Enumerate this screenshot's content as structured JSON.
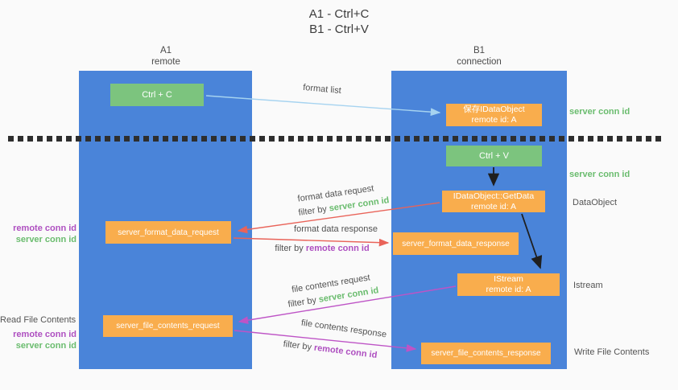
{
  "title": {
    "line1": "A1 - Ctrl+C",
    "line2": "B1 - Ctrl+V"
  },
  "columns": {
    "left": {
      "header_line1": "A1",
      "header_line2": "remote"
    },
    "right": {
      "header_line1": "B1",
      "header_line2": "connection"
    }
  },
  "nodes": {
    "ctrl_c": {
      "label": "Ctrl + C"
    },
    "save_obj": {
      "line1": "保存IDataObject",
      "line2": "remote id: A"
    },
    "ctrl_v": {
      "label": "Ctrl + V"
    },
    "getdata": {
      "line1": "IDataObject::GetData",
      "line2": "remote id: A"
    },
    "format_request": {
      "label": "server_format_data_request"
    },
    "format_response": {
      "label": "server_format_data_response"
    },
    "istream": {
      "line1": "IStream",
      "line2": "remote id: A"
    },
    "file_request": {
      "label": "server_file_contents_request"
    },
    "file_response": {
      "label": "server_file_contents_response"
    }
  },
  "side_labels": {
    "right_server_conn_top": "server conn id",
    "right_server_conn_mid": "server conn id",
    "right_dataobject": "DataObject",
    "right_istream": "Istream",
    "right_write_file": "Write File Contents",
    "left_remote_conn_top": "remote conn id",
    "left_server_conn_top": "server conn id",
    "left_read_file": "Read File Contents",
    "left_remote_conn_bottom": "remote conn id",
    "left_server_conn_bottom": "server conn id"
  },
  "arrow_labels": {
    "format_list": "format list",
    "format_data_request": "format data request",
    "filter_by_1": "filter by ",
    "filter_server_1": "server conn id",
    "format_data_response": "format data response",
    "filter_by_2": "filter by ",
    "filter_remote_1": "remote conn id",
    "file_contents_request": "file contents request",
    "filter_by_3": "filter by ",
    "filter_server_2": "server conn id",
    "file_contents_response": "file contents response",
    "filter_by_4": "filter by ",
    "filter_remote_2": "remote conn id"
  },
  "colors": {
    "column_blue": "#4a84d9",
    "node_green": "#7cc47e",
    "node_orange": "#f9ad4d",
    "arrow_red": "#e96359",
    "arrow_purple": "#be54c6",
    "arrow_light_blue": "#a6d3f0",
    "arrow_black": "#1f1f1f",
    "label_green": "#6abc6e",
    "label_purple": "#ae4fc0"
  }
}
